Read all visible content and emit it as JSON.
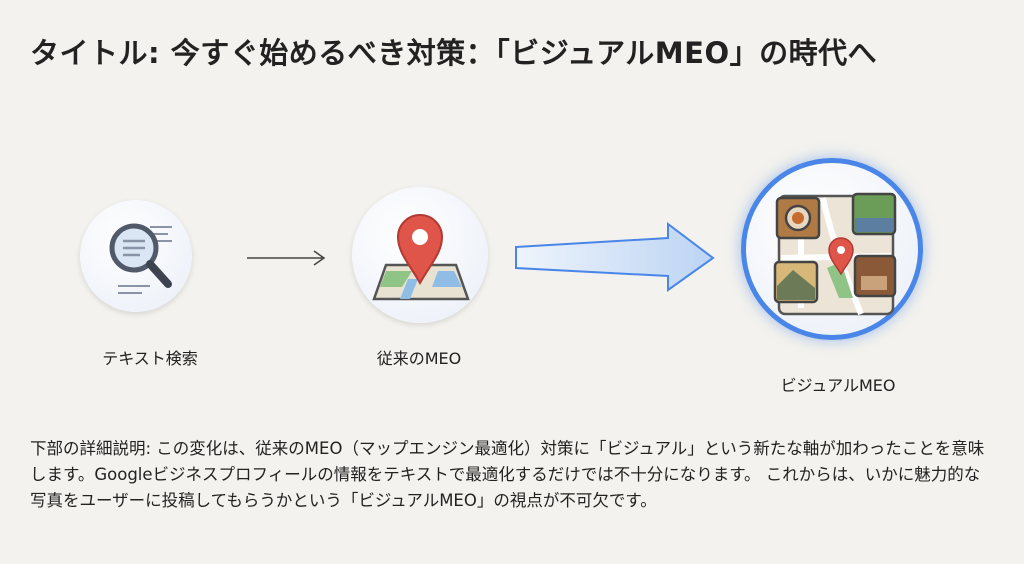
{
  "title": "タイトル: 今すぐ始めるべき対策：「ビジュアルMEO」の時代へ",
  "steps": [
    {
      "label": "テキスト検索",
      "icon": "magnifier-document-icon"
    },
    {
      "label": "従来のMEO",
      "icon": "map-pin-icon"
    },
    {
      "label": "ビジュアルMEO",
      "icon": "photo-map-icon"
    }
  ],
  "description": "下部の詳細説明: この変化は、従来のMEO（マップエンジン最適化）対策に「ビジュアル」という新たな軸が加わったことを意味します。Googleビジネスプロフィールの情報をテキストで最適化するだけでは不十分になります。 これからは、いかに魅力的な写真をユーザーに投稿してもらうかという「ビジュアルMEO」の視点が不可欠です。",
  "colors": {
    "accent": "#4a86e8",
    "pin": "#e0554a"
  }
}
